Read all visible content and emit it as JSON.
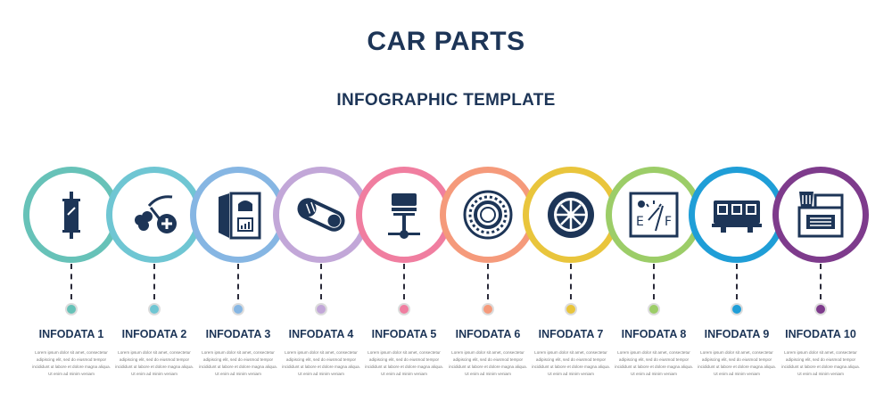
{
  "title": "CAR PARTS",
  "subtitle": "INFOGRAPHIC TEMPLATE",
  "items": [
    {
      "label": "INFODATA 1",
      "color": "#67c2b8",
      "dot": "#67c2b8",
      "icon": "muffler-icon",
      "desc": "Lorem ipsum dolor sit amet, consectetur adipiscing elit, sed do eiusmod tempor incididunt ut labore et dolore magna aliqua. Ut enim ad minim veniam"
    },
    {
      "label": "INFODATA 2",
      "color": "#6fc6d3",
      "dot": "#6fc6d3",
      "icon": "exhaust-icon",
      "desc": "Lorem ipsum dolor sit amet, consectetur adipiscing elit, sed do eiusmod tempor incididunt ut labore et dolore magna aliqua. Ut enim ad minim veniam"
    },
    {
      "label": "INFODATA 3",
      "color": "#86b6e3",
      "dot": "#86b6e3",
      "icon": "car-door-icon",
      "desc": "Lorem ipsum dolor sit amet, consectetur adipiscing elit, sed do eiusmod tempor incididunt ut labore et dolore magna aliqua. Ut enim ad minim veniam"
    },
    {
      "label": "INFODATA 4",
      "color": "#c2a7d8",
      "dot": "#c2a7d8",
      "icon": "belt-icon",
      "desc": "Lorem ipsum dolor sit amet, consectetur adipiscing elit, sed do eiusmod tempor incididunt ut labore et dolore magna aliqua. Ut enim ad minim veniam"
    },
    {
      "label": "INFODATA 5",
      "color": "#f07ea0",
      "dot": "#f07ea0",
      "icon": "piston-icon",
      "desc": "Lorem ipsum dolor sit amet, consectetur adipiscing elit, sed do eiusmod tempor incididunt ut labore et dolore magna aliqua. Ut enim ad minim veniam"
    },
    {
      "label": "INFODATA 6",
      "color": "#f59a7b",
      "dot": "#f59a7b",
      "icon": "bearing-icon",
      "desc": "Lorem ipsum dolor sit amet, consectetur adipiscing elit, sed do eiusmod tempor incididunt ut labore et dolore magna aliqua. Ut enim ad minim veniam"
    },
    {
      "label": "INFODATA 7",
      "color": "#e9c53c",
      "dot": "#e9c53c",
      "icon": "wheel-icon",
      "desc": "Lorem ipsum dolor sit amet, consectetur adipiscing elit, sed do eiusmod tempor incididunt ut labore et dolore magna aliqua. Ut enim ad minim veniam"
    },
    {
      "label": "INFODATA 8",
      "color": "#9ccd68",
      "dot": "#9ccd68",
      "icon": "fuel-gauge-icon",
      "desc": "Lorem ipsum dolor sit amet, consectetur adipiscing elit, sed do eiusmod tempor incididunt ut labore et dolore magna aliqua. Ut enim ad minim veniam"
    },
    {
      "label": "INFODATA 9",
      "color": "#1f9ed7",
      "dot": "#1f9ed7",
      "icon": "bus-icon",
      "desc": "Lorem ipsum dolor sit amet, consectetur adipiscing elit, sed do eiusmod tempor incididunt ut labore et dolore magna aliqua. Ut enim ad minim veniam"
    },
    {
      "label": "INFODATA 10",
      "color": "#7e3b8c",
      "dot": "#7e3b8c",
      "icon": "air-filter-icon",
      "desc": "Lorem ipsum dolor sit amet, consectetur adipiscing elit, sed do eiusmod tempor incididunt ut labore et dolore magna aliqua. Ut enim ad minim veniam"
    }
  ]
}
